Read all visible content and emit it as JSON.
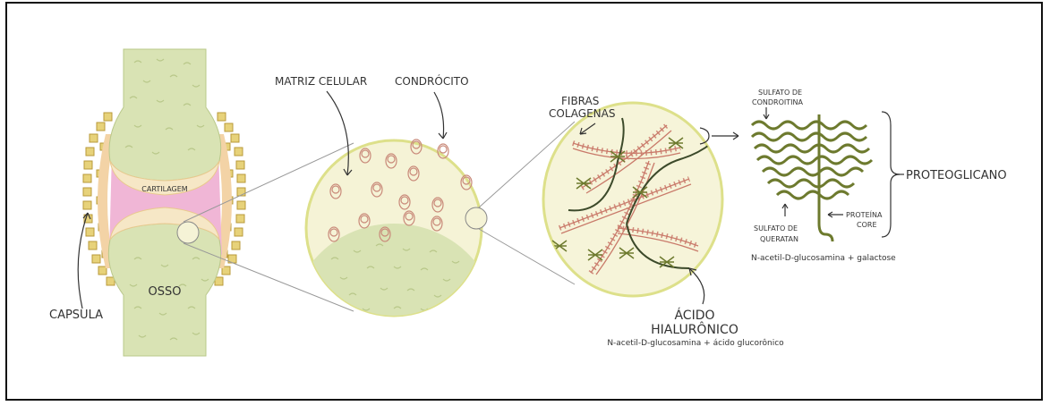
{
  "labels": {
    "capsula": "CAPSULA",
    "cartilagem": "CARTILAGEM",
    "osso": "OSSO",
    "matriz_celular": "MATRIZ CELULAR",
    "condrocito": "CONDRÓCITO",
    "fibras_line1": "FIBRAS",
    "fibras_line2": "COLAGENAS",
    "acido_line1": "ÁCIDO",
    "acido_line2": "HIALURÔNICO",
    "acido_desc": "N-acetil-D-glucosamina + ácido glucorônico",
    "sulfato_cond_line1": "SULFATO DE",
    "sulfato_cond_line2": "CONDROITINA",
    "sulfato_quer_line1": "SULFATO DE",
    "sulfato_quer_line2": "QUERATAN",
    "queratan_desc": "N-acetil-D-glucosamina + galactose",
    "proteina_line1": "PROTEÍNA",
    "proteina_line2": "CORE",
    "proteoglicano": "PROTEOGLICANO"
  },
  "colors": {
    "bone": "#d9e3b4",
    "bone_texture": "#b9c88a",
    "cartilage_pink": "#f0b6d6",
    "cartilage_edge": "#f3d3a6",
    "capsule": "#e7d27a",
    "matrix_fill": "#f5f3d6",
    "matrix_border": "#dde08a",
    "chondrocyte": "#c98a7a",
    "collagen": "#c97a6a",
    "hyaluronic": "#3c4a2a",
    "proteoglycan": "#6d7a2e",
    "connector": "#999999"
  }
}
